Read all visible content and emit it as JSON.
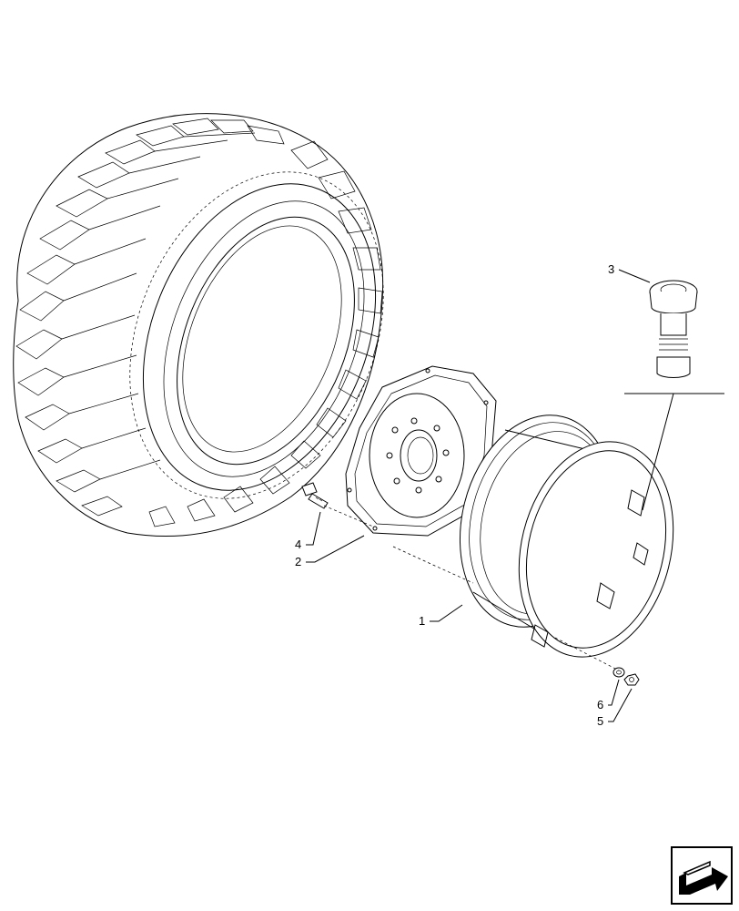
{
  "callouts": {
    "c1": "1",
    "c2": "2",
    "c3": "3",
    "c4": "4",
    "c5": "5",
    "c6": "6"
  },
  "nav_icon": "arrow-navigation-icon"
}
